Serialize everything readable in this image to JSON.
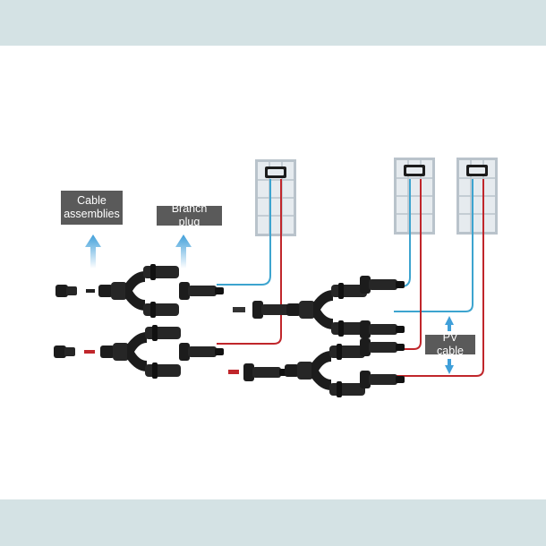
{
  "labels": {
    "cable_assemblies": "Cable\nassemblies",
    "branch_plug": "Branch plug",
    "pv_cable": "PV cable"
  },
  "colors": {
    "positive_wire": "#c0262b",
    "negative_wire": "#3da4cf",
    "connector": "#1c1c1c",
    "panel_cell": "#e6ebef",
    "panel_frame": "#b9c3cb",
    "arrow": "#3f9fd9",
    "label_bg": "#5a5a5a",
    "band": "#d4e2e4"
  },
  "icons": [
    "solar-panel-icon",
    "junction-box-icon",
    "up-arrow-icon",
    "double-arrow-icon",
    "y-branch-connector-icon",
    "mc4-plug-icon"
  ]
}
